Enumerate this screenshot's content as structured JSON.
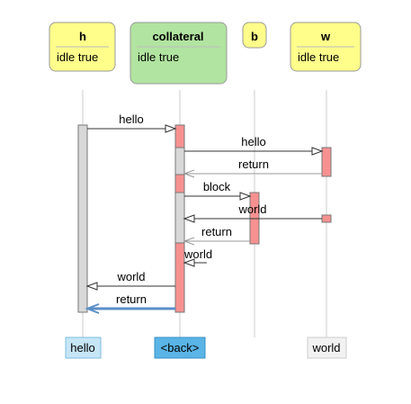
{
  "participants": [
    {
      "id": "h",
      "name": "h",
      "state": "idle  true",
      "color": "#fffe8b"
    },
    {
      "id": "collateral",
      "name": "collateral",
      "state": "idle  true",
      "color": "#b1e4a0"
    },
    {
      "id": "b",
      "name": "b",
      "state": "",
      "color": "#fffe8b"
    },
    {
      "id": "w",
      "name": "w",
      "state": "idle  true",
      "color": "#fffe8b"
    }
  ],
  "messages": [
    {
      "label": "hello",
      "from": "h",
      "to": "collateral",
      "kind": "call"
    },
    {
      "label": "hello",
      "from": "collateral",
      "to": "w",
      "kind": "call"
    },
    {
      "label": "return",
      "from": "w",
      "to": "collateral",
      "kind": "return"
    },
    {
      "label": "block",
      "from": "collateral",
      "to": "b",
      "kind": "call"
    },
    {
      "label": "world",
      "from": "w",
      "to": "collateral",
      "kind": "call"
    },
    {
      "label": "return",
      "from": "b",
      "to": "collateral",
      "kind": "return"
    },
    {
      "label": "world",
      "from": "collateral",
      "to": "collateral",
      "kind": "self"
    },
    {
      "label": "world",
      "from": "collateral",
      "to": "h",
      "kind": "call"
    },
    {
      "label": "return",
      "from": "collateral",
      "to": "h",
      "kind": "reply"
    }
  ],
  "result_tags": [
    {
      "label": "hello",
      "under": "h",
      "fill": "#c6e6f6",
      "stroke": "#7fbde0"
    },
    {
      "label": "<back>",
      "under": "collateral",
      "fill": "#5ab4e5",
      "stroke": "#3a8fc4"
    },
    {
      "label": "world",
      "under": "w",
      "fill": "#f2f2f2",
      "stroke": "#cccccc"
    }
  ],
  "colors": {
    "activation_red": "#f79191",
    "activation_gray": "#d8d8d8",
    "lifeline": "#cccccc",
    "reply_arrow": "#5a8fc8"
  }
}
